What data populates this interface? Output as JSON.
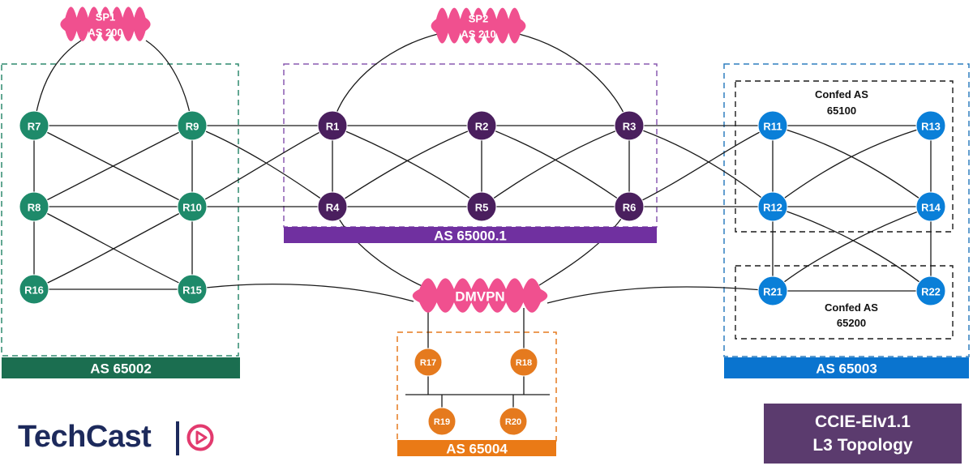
{
  "colors": {
    "as65002": "#1e8a6a",
    "as65000": "#4a1f5e",
    "as65003": "#0a7fd8",
    "as65004": "#e57a1e",
    "cloud": "#f0508f",
    "title_box": "#5b3b6e",
    "logo": "#1d2a5c"
  },
  "clouds": [
    {
      "id": "SP1",
      "line1": "SP1",
      "line2": "AS 200"
    },
    {
      "id": "SP2",
      "line1": "SP2",
      "line2": "AS 210"
    },
    {
      "id": "DMVPN",
      "line1": "DMVPN",
      "line2": ""
    }
  ],
  "as_groups": [
    {
      "id": "as65002",
      "label": "AS 65002"
    },
    {
      "id": "as65000",
      "label": "AS 65000.1"
    },
    {
      "id": "as65003",
      "label": "AS 65003"
    },
    {
      "id": "as65004",
      "label": "AS 65004"
    }
  ],
  "confeds": [
    {
      "id": "confed65100",
      "line1": "Confed AS",
      "line2": "65100"
    },
    {
      "id": "confed65200",
      "line1": "Confed AS",
      "line2": "65200"
    }
  ],
  "routers": [
    {
      "id": "R1",
      "group": "as65000"
    },
    {
      "id": "R2",
      "group": "as65000"
    },
    {
      "id": "R3",
      "group": "as65000"
    },
    {
      "id": "R4",
      "group": "as65000"
    },
    {
      "id": "R5",
      "group": "as65000"
    },
    {
      "id": "R6",
      "group": "as65000"
    },
    {
      "id": "R7",
      "group": "as65002"
    },
    {
      "id": "R8",
      "group": "as65002"
    },
    {
      "id": "R9",
      "group": "as65002"
    },
    {
      "id": "R10",
      "group": "as65002"
    },
    {
      "id": "R15",
      "group": "as65002"
    },
    {
      "id": "R16",
      "group": "as65002"
    },
    {
      "id": "R11",
      "group": "as65003"
    },
    {
      "id": "R12",
      "group": "as65003"
    },
    {
      "id": "R13",
      "group": "as65003"
    },
    {
      "id": "R14",
      "group": "as65003"
    },
    {
      "id": "R21",
      "group": "as65003"
    },
    {
      "id": "R22",
      "group": "as65003"
    },
    {
      "id": "R17",
      "group": "as65004"
    },
    {
      "id": "R18",
      "group": "as65004"
    },
    {
      "id": "R19",
      "group": "as65004"
    },
    {
      "id": "R20",
      "group": "as65004"
    }
  ],
  "links": [
    [
      "SP1",
      "R7"
    ],
    [
      "SP1",
      "R9"
    ],
    [
      "SP2",
      "R1"
    ],
    [
      "SP2",
      "R3"
    ],
    [
      "R7",
      "R9"
    ],
    [
      "R7",
      "R8"
    ],
    [
      "R7",
      "R10"
    ],
    [
      "R9",
      "R8"
    ],
    [
      "R9",
      "R10"
    ],
    [
      "R8",
      "R10"
    ],
    [
      "R8",
      "R16"
    ],
    [
      "R8",
      "R15"
    ],
    [
      "R10",
      "R16"
    ],
    [
      "R10",
      "R15"
    ],
    [
      "R16",
      "R15"
    ],
    [
      "R9",
      "R1"
    ],
    [
      "R9",
      "R4"
    ],
    [
      "R10",
      "R1"
    ],
    [
      "R10",
      "R4"
    ],
    [
      "R1",
      "R2"
    ],
    [
      "R2",
      "R3"
    ],
    [
      "R1",
      "R4"
    ],
    [
      "R1",
      "R5"
    ],
    [
      "R2",
      "R4"
    ],
    [
      "R2",
      "R5"
    ],
    [
      "R2",
      "R6"
    ],
    [
      "R3",
      "R5"
    ],
    [
      "R3",
      "R6"
    ],
    [
      "R4",
      "R5"
    ],
    [
      "R5",
      "R6"
    ],
    [
      "R3",
      "R11"
    ],
    [
      "R3",
      "R12"
    ],
    [
      "R6",
      "R11"
    ],
    [
      "R6",
      "R12"
    ],
    [
      "R11",
      "R13"
    ],
    [
      "R11",
      "R12"
    ],
    [
      "R11",
      "R14"
    ],
    [
      "R13",
      "R12"
    ],
    [
      "R13",
      "R14"
    ],
    [
      "R12",
      "R14"
    ],
    [
      "R12",
      "R21"
    ],
    [
      "R12",
      "R22"
    ],
    [
      "R14",
      "R21"
    ],
    [
      "R14",
      "R22"
    ],
    [
      "R21",
      "R22"
    ],
    [
      "R4",
      "DMVPN"
    ],
    [
      "R6",
      "DMVPN"
    ],
    [
      "R15",
      "DMVPN"
    ],
    [
      "R21",
      "DMVPN"
    ],
    [
      "DMVPN",
      "R17"
    ],
    [
      "DMVPN",
      "R18"
    ]
  ],
  "lan": {
    "routers": [
      "R17",
      "R18",
      "R19",
      "R20"
    ]
  },
  "logo": {
    "text": "TechCast"
  },
  "title": {
    "line1": "CCIE-EIv1.1",
    "line2": "L3 Topology"
  }
}
